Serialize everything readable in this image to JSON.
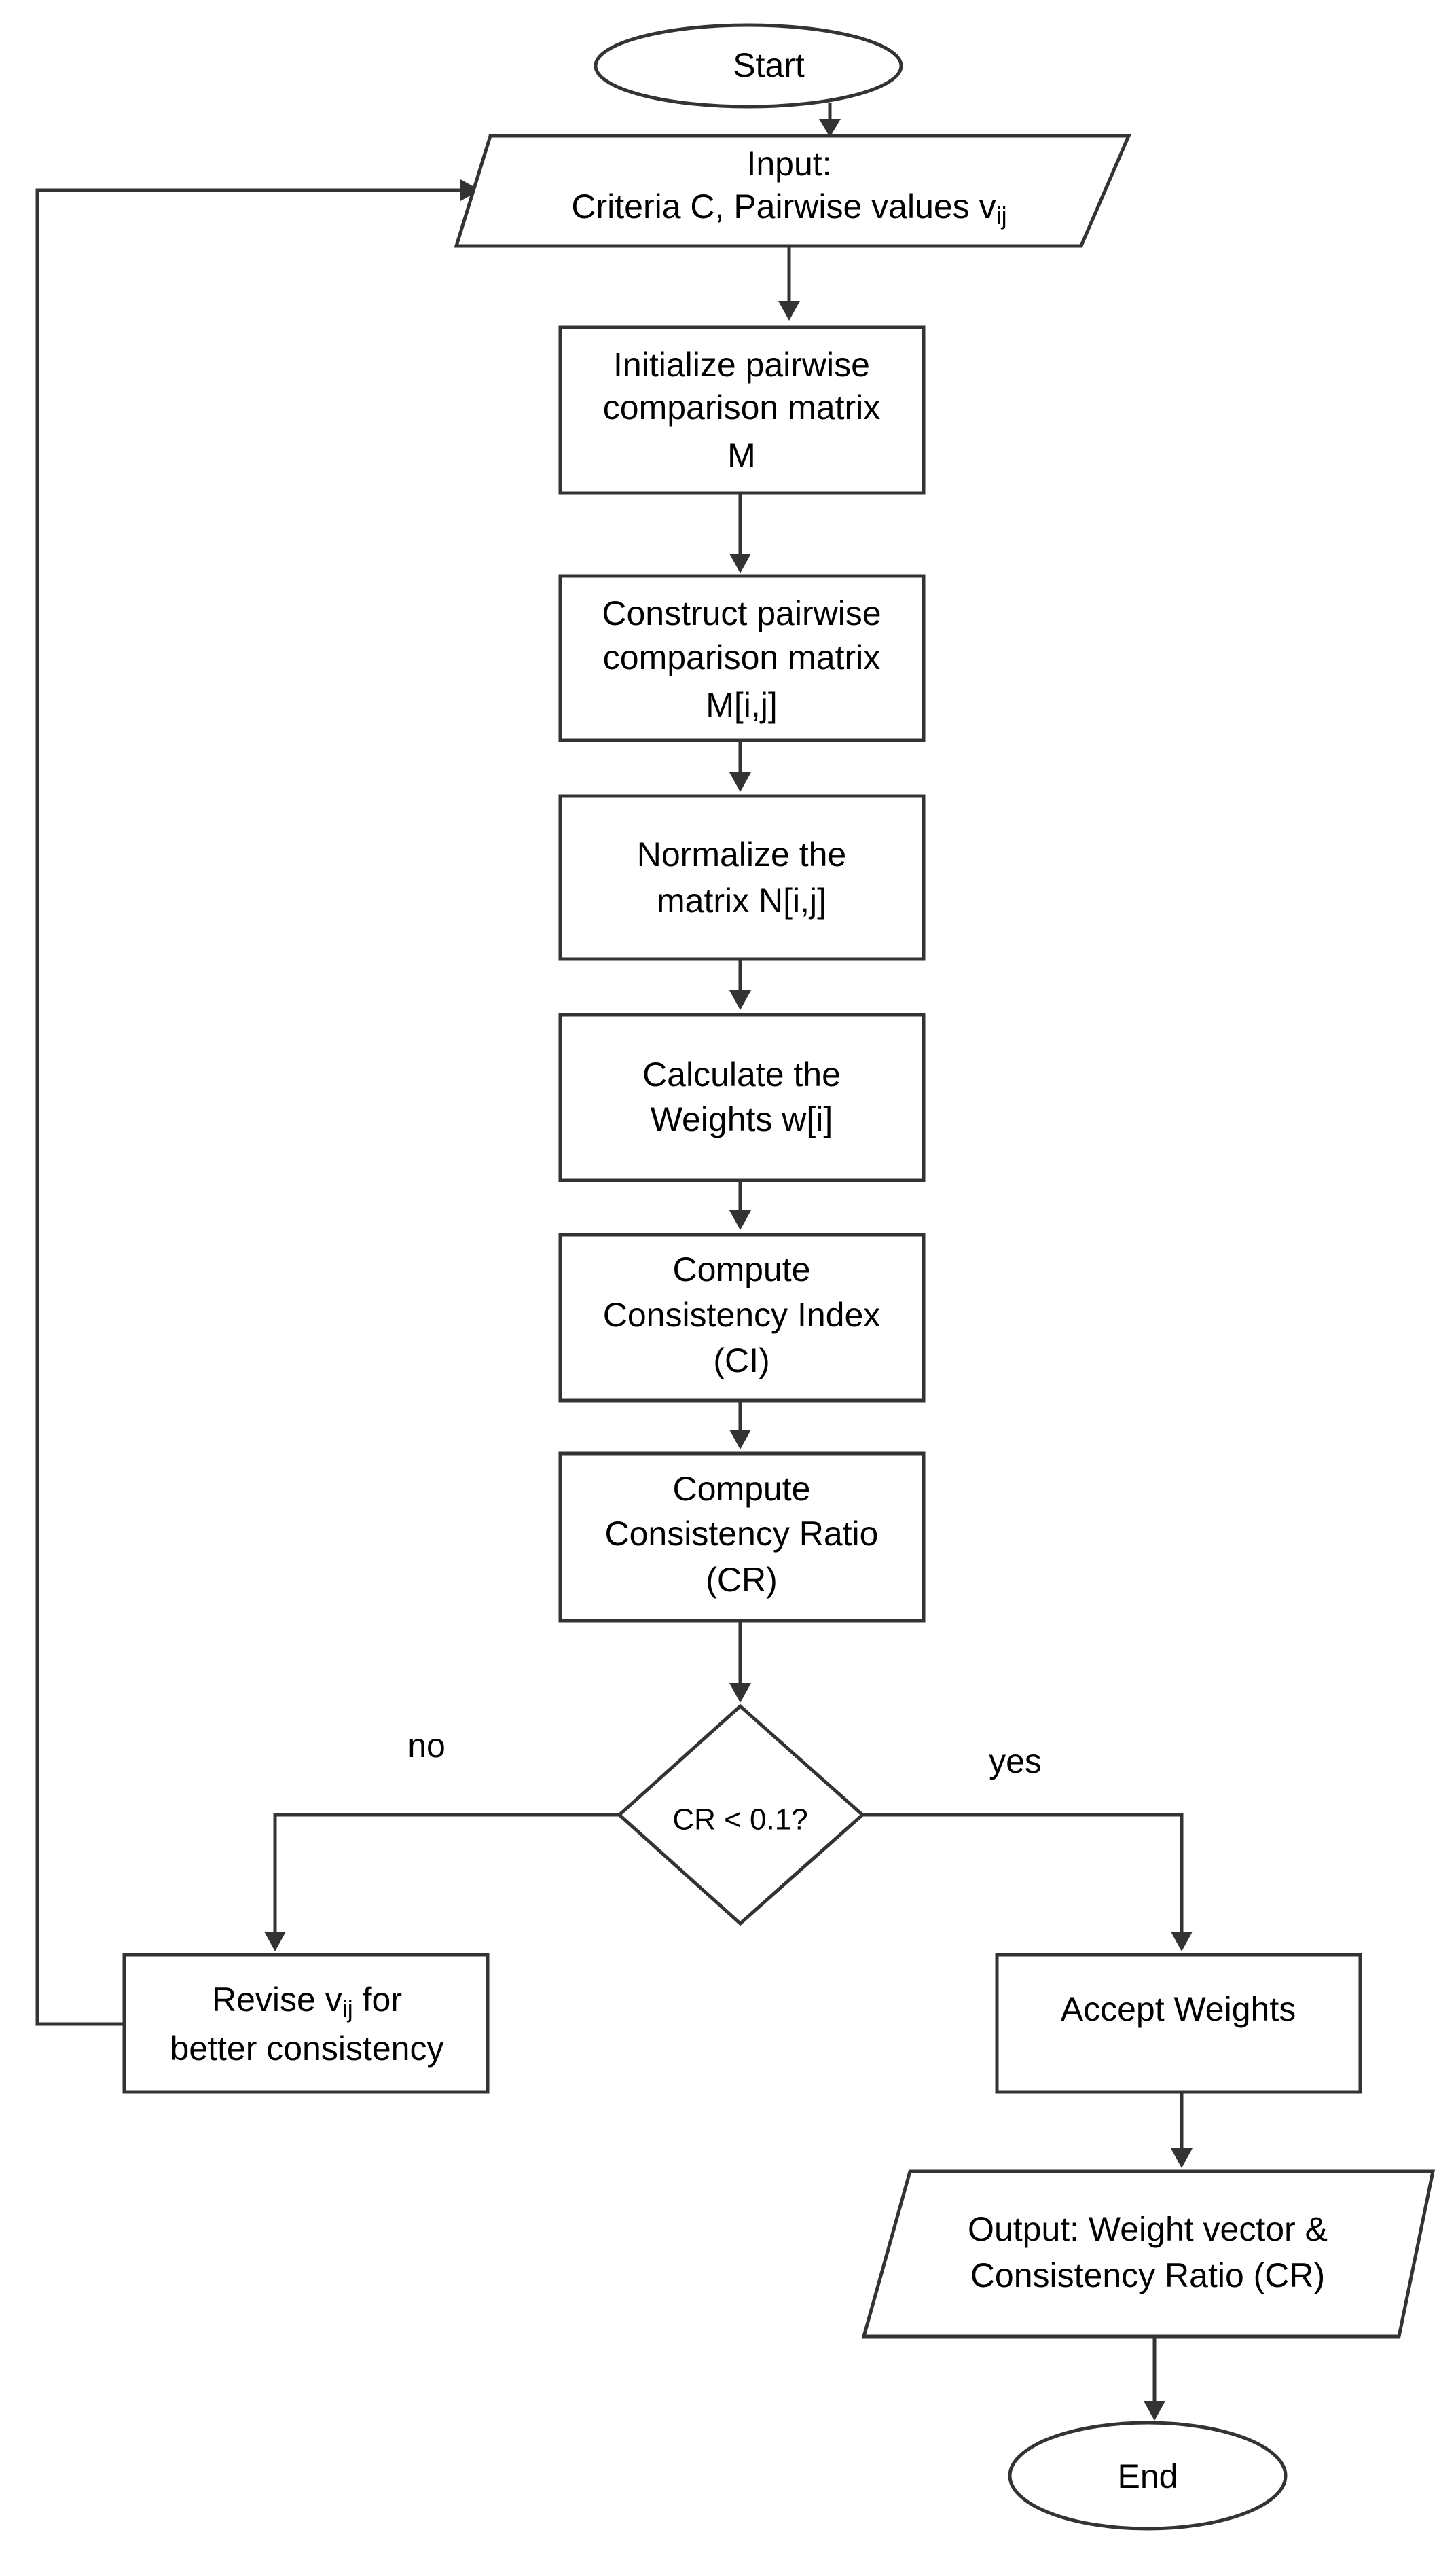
{
  "nodes": {
    "start": {
      "text": "Start"
    },
    "input": {
      "line1": "Input:",
      "line2": "Criteria C, Pairwise values v",
      "line2_sub": "ij"
    },
    "init_matrix": {
      "line1": "Initialize pairwise",
      "line2": "comparison matrix",
      "line3": "M"
    },
    "construct_matrix": {
      "line1": "Construct pairwise",
      "line2": "comparison matrix",
      "line3": "M[i,j]"
    },
    "normalize": {
      "line1": "Normalize the",
      "line2": "matrix N[i,j]"
    },
    "weights": {
      "line1": "Calculate the",
      "line2": "Weights w[i]"
    },
    "ci": {
      "line1": "Compute",
      "line2": "Consistency Index",
      "line3": "(CI)"
    },
    "cr": {
      "line1": "Compute",
      "line2": "Consistency Ratio",
      "line3": "(CR)"
    },
    "decision": {
      "text": "CR < 0.1?"
    },
    "revise": {
      "line1_pre": "Revise v",
      "line1_sub": "ij",
      "line1_post": " for",
      "line2": "better consistency"
    },
    "accept": {
      "text": "Accept Weights"
    },
    "output": {
      "line1": "Output: Weight vector &",
      "line2": "Consistency Ratio (CR)"
    },
    "end": {
      "text": "End"
    }
  },
  "edges": {
    "no_label": "no",
    "yes_label": "yes"
  }
}
